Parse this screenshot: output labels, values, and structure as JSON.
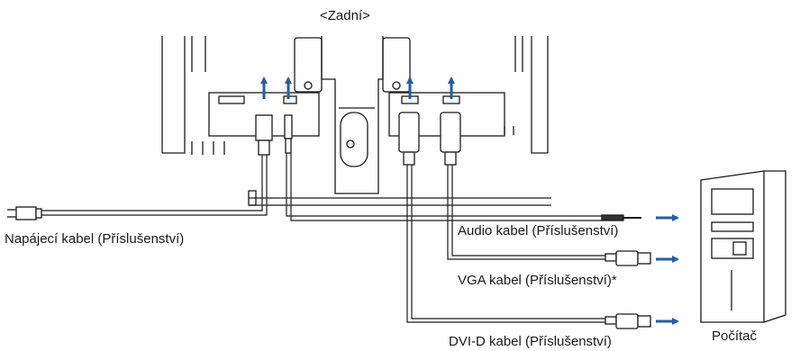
{
  "view_title": "<Zadní>",
  "cables": {
    "power": "Napájecí kabel (Příslušenství)",
    "audio": "Audio kabel (Příslušenství)",
    "vga": "VGA kabel (Příslušenství)*",
    "dvi": "DVI-D kabel (Příslušenství)"
  },
  "computer": "Počítač",
  "colors": {
    "line": "#1a1a1a",
    "arrow": "#1f5fa8"
  }
}
